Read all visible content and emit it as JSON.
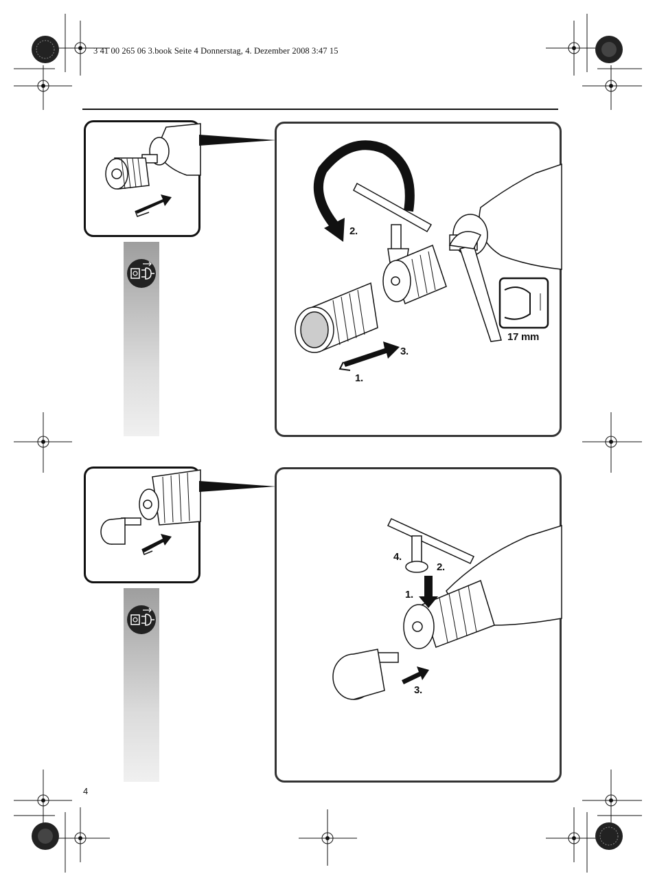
{
  "header": {
    "file_line": "3 41 00 265 06 3.book  Seite 4  Donnerstag, 4. Dezember 2008  3:47 15"
  },
  "page": {
    "number": "4"
  },
  "figure_top": {
    "step_1": "1.",
    "step_2": "2.",
    "step_3": "3.",
    "wrench_size": "17 mm",
    "icon": "unplug-icon"
  },
  "figure_bottom": {
    "step_1": "1.",
    "step_2": "2.",
    "step_3": "3.",
    "step_4": "4.",
    "icon": "unplug-icon"
  },
  "colors": {
    "line": "#111111",
    "panel_border": "#333333",
    "bar_top": "#9e9e9e",
    "bar_bottom": "#f0f0f0"
  }
}
